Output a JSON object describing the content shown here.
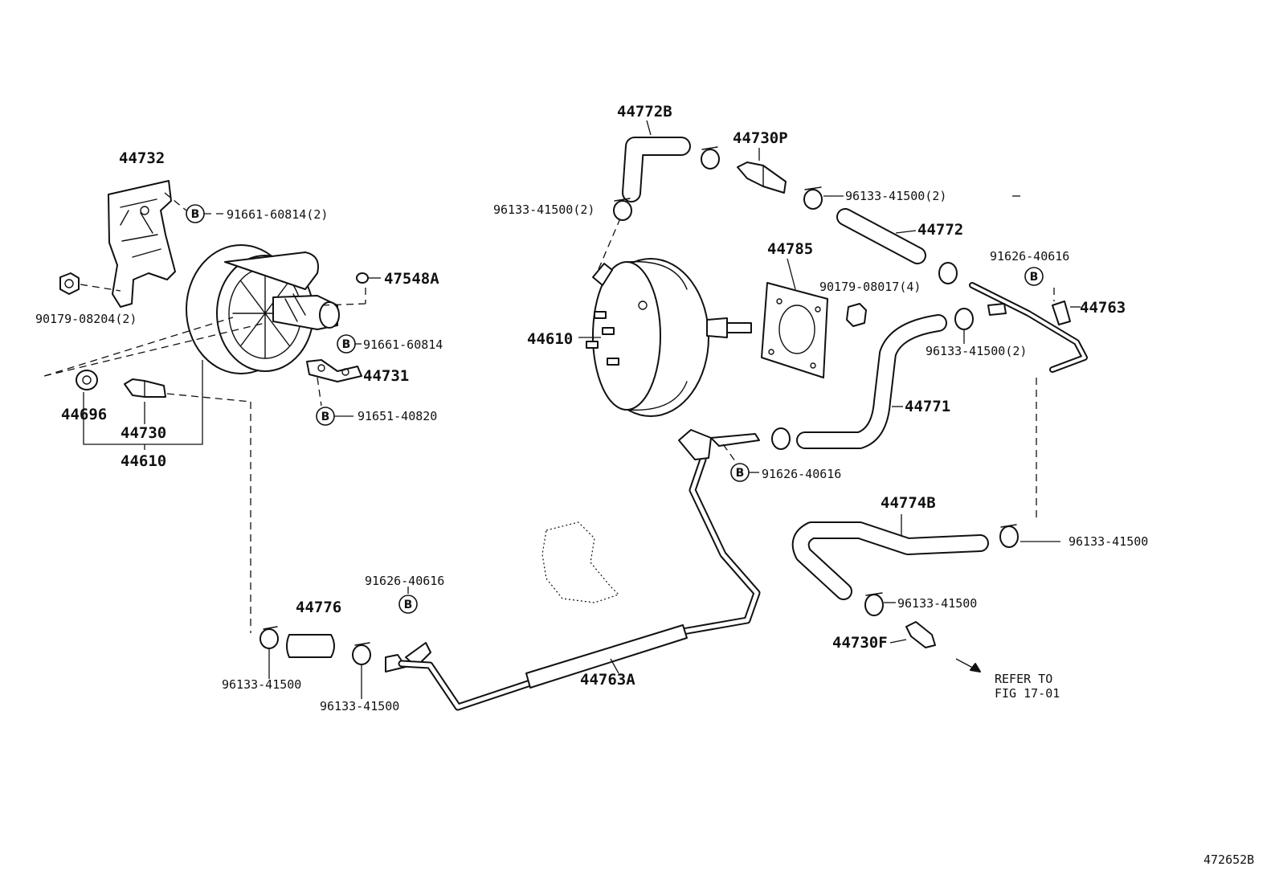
{
  "diagram": {
    "figure_id": "472652B",
    "labels": {
      "p44732": "44732",
      "p91661_60814_2": "91661-60814(2)",
      "p90179_08204_2": "90179-08204(2)",
      "p47548A": "47548A",
      "p91661_60814": "91661-60814",
      "p44731": "44731",
      "p91651_40820": "91651-40820",
      "p44696": "44696",
      "p44730": "44730",
      "p44610_left": "44610",
      "p44772B": "44772B",
      "p44730P": "44730P",
      "p96133_41500_2_a": "96133-41500(2)",
      "p96133_41500_2_b": "96133-41500(2)",
      "p44772": "44772",
      "p44785": "44785",
      "p90179_08017_4": "90179-08017(4)",
      "p91626_40616_a": "91626-40616",
      "p44763": "44763",
      "p96133_41500_2_c": "96133-41500(2)",
      "p44610_right": "44610",
      "p44771": "44771",
      "p91626_40616_b": "91626-40616",
      "p44774B": "44774B",
      "p96133_41500_a": "96133-41500",
      "p96133_41500_b": "96133-41500",
      "p44730F": "44730F",
      "refer_line1": "REFER TO",
      "refer_line2": "FIG 17-01",
      "p91626_40616_c": "91626-40616",
      "p44776": "44776",
      "p96133_41500_c": "96133-41500",
      "p96133_41500_d": "96133-41500",
      "p44763A": "44763A"
    },
    "callout_mark": "B"
  }
}
